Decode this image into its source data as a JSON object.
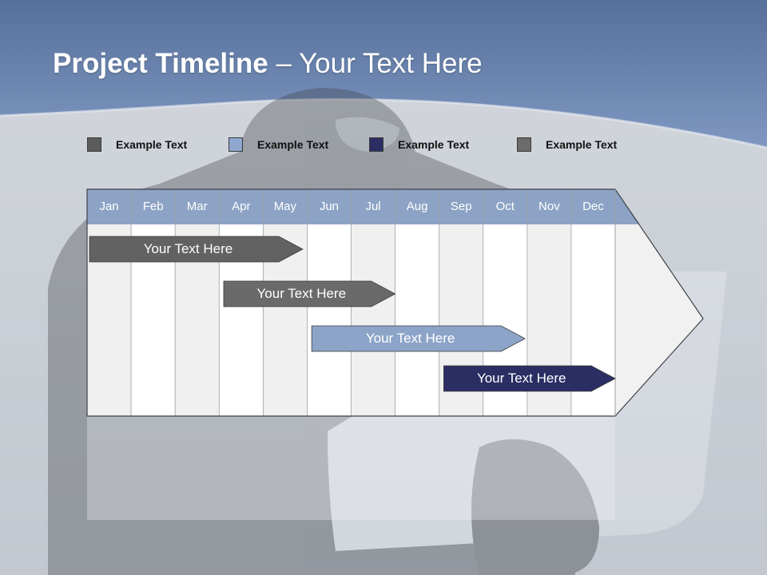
{
  "title": {
    "main": "Project Timeline",
    "separator": " – ",
    "sub": "Your Text Here"
  },
  "colors": {
    "header_band": "#6f8bb8",
    "month_header": "#8da3c5",
    "grid_line": "#9aa0a8",
    "outline": "#3f4248"
  },
  "legend": [
    {
      "label": "Example Text",
      "color": "#5c5c5c"
    },
    {
      "label": "Example Text",
      "color": "#8ea8cf"
    },
    {
      "label": "Example Text",
      "color": "#2a2e63"
    },
    {
      "label": "Example Text",
      "color": "#6b6b6b"
    }
  ],
  "months": [
    "Jan",
    "Feb",
    "Mar",
    "Apr",
    "May",
    "Jun",
    "Jul",
    "Aug",
    "Sep",
    "Oct",
    "Nov",
    "Dec"
  ],
  "tasks": [
    {
      "label": "Your  Text Here",
      "start_month": 1.0,
      "end_month": 4.9,
      "color": "#626262"
    },
    {
      "label": "Your  Text Here",
      "start_month": 4.05,
      "end_month": 7.0,
      "color": "#6a6a6a"
    },
    {
      "label": "Your  Text Here",
      "start_month": 6.05,
      "end_month": 9.95,
      "color": "#8ca4c8"
    },
    {
      "label": "Your  Text Here",
      "start_month": 9.05,
      "end_month": 12.0,
      "color": "#2a2e63"
    }
  ]
}
